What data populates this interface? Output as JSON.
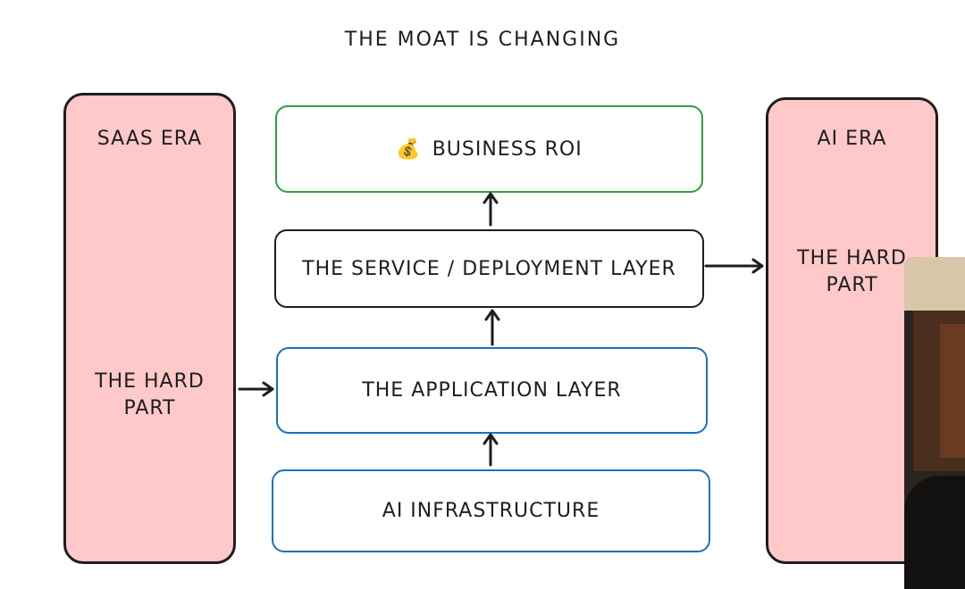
{
  "title": "The Moat is Changing",
  "saas_era": {
    "label": "SaaS Era",
    "hard_part": "The Hard Part"
  },
  "ai_era": {
    "label": "AI Era",
    "hard_part": "The Hard Part"
  },
  "layers": {
    "roi": {
      "icon": "money-bag-icon",
      "emoji": "💰",
      "label": "Business ROI"
    },
    "service": {
      "label": "The Service / Deployment Layer"
    },
    "application": {
      "label": "The Application Layer"
    },
    "infrastructure": {
      "label": "AI Infrastructure"
    }
  },
  "colors": {
    "era_fill": "#ffc9c9",
    "roi_border": "#2f9e44",
    "service_border": "#1e1e1e",
    "app_border": "#1971c2",
    "infra_border": "#1971c2"
  }
}
